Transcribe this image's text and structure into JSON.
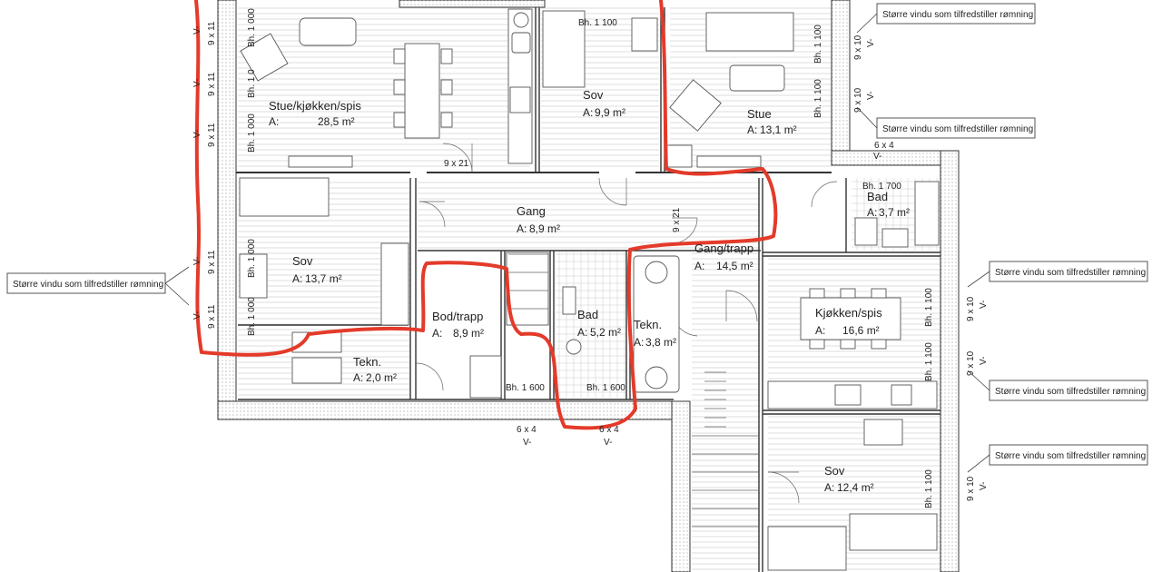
{
  "rooms": [
    {
      "name": "Stue/kjøkken/spis",
      "area_prefix": "A:",
      "area": "28,5 m²"
    },
    {
      "name": "Sov",
      "area_prefix": "A:",
      "area": "9,9 m²"
    },
    {
      "name": "Stue",
      "area_prefix": "A:",
      "area": "13,1 m²"
    },
    {
      "name": "Gang",
      "area_prefix": "A:",
      "area": "8,9 m²"
    },
    {
      "name": "Bad",
      "area_prefix": "A:",
      "area": "3,7 m²"
    },
    {
      "name": "Gang/trapp",
      "area_prefix": "A:",
      "area": "14,5 m²"
    },
    {
      "name": "Sov",
      "area_prefix": "A:",
      "area": "13,7 m²"
    },
    {
      "name": "Bod/trapp",
      "area_prefix": "A:",
      "area": "8,9 m²"
    },
    {
      "name": "Bad",
      "area_prefix": "A:",
      "area": "5,2 m²"
    },
    {
      "name": "Tekn.",
      "area_prefix": "A:",
      "area": "3,8 m²"
    },
    {
      "name": "Tekn.",
      "area_prefix": "A:",
      "area": "2,0 m²"
    },
    {
      "name": "Kjøkken/spis",
      "area_prefix": "A:",
      "area": "16,6 m²"
    },
    {
      "name": "Sov",
      "area_prefix": "A:",
      "area": "12,4 m²"
    }
  ],
  "callouts": [
    "Større vindu som tilfredstiller rømning",
    "Større vindu som tilfredstiller rømning",
    "Større vindu som tilfredstiller rømning",
    "Større vindu som tilfredstiller rømning",
    "Større vindu som tilfredstiller rømning",
    "Større vindu som tilfredstiller rømning"
  ],
  "sill_heights": [
    "Bh. 1 000",
    "Bh. 1 0",
    "Bh. 1 000",
    "Bh. 1 000",
    "Bh. 1 000",
    "Bh. 1 100",
    "Bh. 1 100",
    "Bh. 1 100",
    "Bh. 1 700",
    "Bh. 1 600",
    "Bh. 1 600",
    "Bh. 1 100",
    "Bh. 1 100",
    "Bh. 1 100"
  ],
  "window_sizes": [
    "9 x 11",
    "9 x 11",
    "9 x 11",
    "9 x 11",
    "9 x 11",
    "9 x 10",
    "9 x 10",
    "9 x 21",
    "9 x 21",
    "6 x 4",
    "6 x 4",
    "6 x 4",
    "9 x 10",
    "9 x 10",
    "9 x 10"
  ],
  "window_marks": [
    "V-",
    "V-",
    "V-",
    "V-",
    "V-",
    "V-",
    "V-",
    "V-",
    "V-",
    "V-",
    "V-",
    "V-",
    "V-"
  ]
}
